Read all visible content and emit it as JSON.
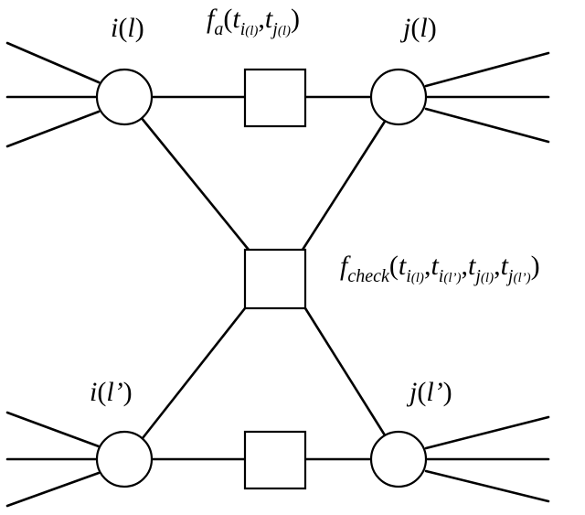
{
  "diagram": {
    "nodes": {
      "i_l": {
        "label_pre": "i",
        "label_paren_open": "(",
        "label_arg": "l",
        "label_paren_close": ")"
      },
      "j_l": {
        "label_pre": "j",
        "label_paren_open": "(",
        "label_arg": "l",
        "label_paren_close": ")"
      },
      "i_lp": {
        "label_pre": "i",
        "label_paren_open": "(",
        "label_arg": "l’",
        "label_paren_close": ")"
      },
      "j_lp": {
        "label_pre": "j",
        "label_paren_open": "(",
        "label_arg": "l’",
        "label_paren_close": ")"
      }
    },
    "factors": {
      "f_a": {
        "name": "f",
        "subscript": "a",
        "open": "(",
        "t1": "t",
        "t1_sub": "i",
        "t1_subsub": "(l)",
        "comma": ",",
        "t2": "t",
        "t2_sub": "j",
        "t2_subsub": "(l)",
        "close": ")"
      },
      "f_check": {
        "name": "f",
        "subscript": "check",
        "open": "(",
        "t1": "t",
        "t1_sub": "i",
        "t1_subsub": "(l)",
        "c1": ",",
        "t2": "t",
        "t2_sub": "i",
        "t2_subsub": "(l’)",
        "c2": ",",
        "t3": "t",
        "t3_sub": "j",
        "t3_subsub": "(l)",
        "c3": ",",
        "t4": "t",
        "t4_sub": "j",
        "t4_subsub": "(l’)",
        "close": ")"
      }
    },
    "colors": {
      "stroke": "#000000",
      "fill": "#ffffff"
    }
  }
}
